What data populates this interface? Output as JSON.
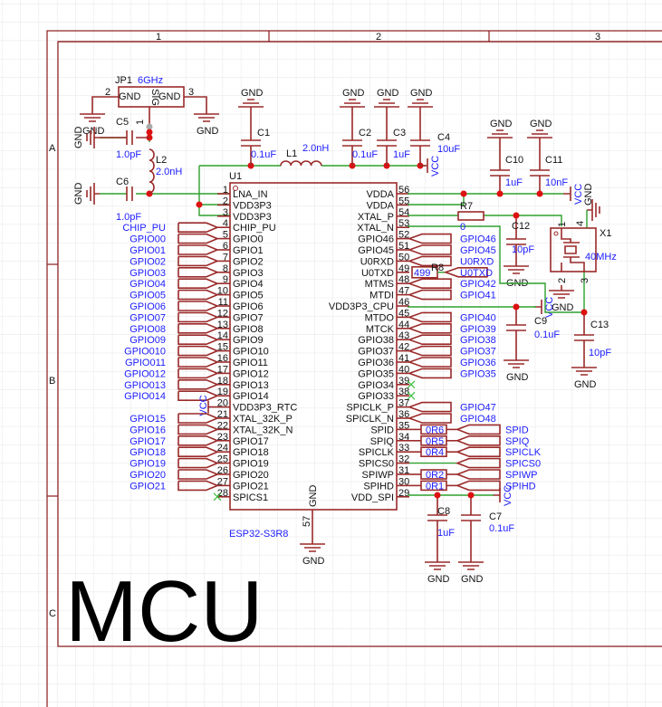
{
  "sheet": {
    "columns": [
      "1",
      "2",
      "3"
    ],
    "rows": [
      "A",
      "B",
      "C"
    ],
    "title": "MCU"
  },
  "colors": {
    "wire": "#2ea02e",
    "component": "#9b2a2a",
    "net_label": "#1c1cff",
    "junction": "#dd1111",
    "frame": "#8b1a1a"
  },
  "u1": {
    "ref": "U1",
    "part": "ESP32-S3R8",
    "left_pins": [
      {
        "num": "1",
        "name": "LNA_IN",
        "net": ""
      },
      {
        "num": "2",
        "name": "VDD3P3",
        "net": ""
      },
      {
        "num": "3",
        "name": "VDD3P3",
        "net": ""
      },
      {
        "num": "4",
        "name": "CHIP_PU",
        "net": "CHIP_PU"
      },
      {
        "num": "5",
        "name": "GPIO0",
        "net": "GPIO00"
      },
      {
        "num": "6",
        "name": "GPIO1",
        "net": "GPIO01"
      },
      {
        "num": "7",
        "name": "GPIO2",
        "net": "GPIO02"
      },
      {
        "num": "8",
        "name": "GPIO3",
        "net": "GPIO03"
      },
      {
        "num": "9",
        "name": "GPIO4",
        "net": "GPIO04"
      },
      {
        "num": "10",
        "name": "GPIO5",
        "net": "GPIO05"
      },
      {
        "num": "11",
        "name": "GPIO6",
        "net": "GPIO06"
      },
      {
        "num": "12",
        "name": "GPIO7",
        "net": "GPIO07"
      },
      {
        "num": "13",
        "name": "GPIO8",
        "net": "GPIO08"
      },
      {
        "num": "14",
        "name": "GPIO9",
        "net": "GPIO09"
      },
      {
        "num": "15",
        "name": "GPIO10",
        "net": "GPIO010"
      },
      {
        "num": "16",
        "name": "GPIO11",
        "net": "GPIO011"
      },
      {
        "num": "17",
        "name": "GPIO12",
        "net": "GPIO012"
      },
      {
        "num": "18",
        "name": "GPIO13",
        "net": "GPIO013"
      },
      {
        "num": "19",
        "name": "GPIO14",
        "net": "GPIO014"
      },
      {
        "num": "20",
        "name": "VDD3P3_RTC",
        "net": "",
        "power": "VCC"
      },
      {
        "num": "21",
        "name": "XTAL_32K_P",
        "net": "GPIO15"
      },
      {
        "num": "22",
        "name": "XTAL_32K_N",
        "net": "GPIO16"
      },
      {
        "num": "23",
        "name": "GPIO17",
        "net": "GPIO17"
      },
      {
        "num": "24",
        "name": "GPIO18",
        "net": "GPIO18"
      },
      {
        "num": "25",
        "name": "GPIO19",
        "net": "GPIO19"
      },
      {
        "num": "26",
        "name": "GPIO20",
        "net": "GPIO20"
      },
      {
        "num": "27",
        "name": "GPIO21",
        "net": "GPIO21"
      },
      {
        "num": "28",
        "name": "SPICS1",
        "net": "",
        "nc": true
      }
    ],
    "right_pins": [
      {
        "num": "56",
        "name": "VDDA",
        "net": ""
      },
      {
        "num": "55",
        "name": "VDDA",
        "net": ""
      },
      {
        "num": "54",
        "name": "XTAL_P",
        "net": ""
      },
      {
        "num": "53",
        "name": "XTAL_N",
        "net": ""
      },
      {
        "num": "52",
        "name": "GPIO46",
        "net": "GPIO46"
      },
      {
        "num": "51",
        "name": "GPIO45",
        "net": "GPIO45"
      },
      {
        "num": "50",
        "name": "U0RXD",
        "net": "U0RXD"
      },
      {
        "num": "49",
        "name": "U0TXD",
        "net": "U0TXD",
        "res": "R8",
        "res_value": "499"
      },
      {
        "num": "48",
        "name": "MTMS",
        "net": "GPIO42"
      },
      {
        "num": "47",
        "name": "MTDI",
        "net": "GPIO41"
      },
      {
        "num": "46",
        "name": "VDD3P3_CPU",
        "net": ""
      },
      {
        "num": "45",
        "name": "MTDO",
        "net": "GPIO40"
      },
      {
        "num": "44",
        "name": "MTCK",
        "net": "GPIO39"
      },
      {
        "num": "43",
        "name": "GPIO38",
        "net": "GPIO38"
      },
      {
        "num": "42",
        "name": "GPIO37",
        "net": "GPIO37"
      },
      {
        "num": "41",
        "name": "GPIO36",
        "net": "GPIO36"
      },
      {
        "num": "40",
        "name": "GPIO35",
        "net": "GPIO35"
      },
      {
        "num": "39",
        "name": "GPIO34",
        "net": "",
        "nc": true
      },
      {
        "num": "38",
        "name": "GPIO33",
        "net": "",
        "nc": true
      },
      {
        "num": "37",
        "name": "SPICLK_P",
        "net": "GPIO47"
      },
      {
        "num": "36",
        "name": "SPICLK_N",
        "net": "GPIO48"
      },
      {
        "num": "35",
        "name": "SPID",
        "net": "SPID",
        "res": "0R6"
      },
      {
        "num": "34",
        "name": "SPIQ",
        "net": "SPIQ",
        "res": "0R5"
      },
      {
        "num": "33",
        "name": "SPICLK",
        "net": "SPICLK",
        "res": "0R4"
      },
      {
        "num": "32",
        "name": "SPICS0",
        "net": "SPICS0",
        "spi_direct": true
      },
      {
        "num": "31",
        "name": "SPIWP",
        "net": "SPIWP",
        "res": "0R2"
      },
      {
        "num": "30",
        "name": "SPIHD",
        "net": "SPIHD",
        "res": "0R1"
      },
      {
        "num": "29",
        "name": "VDD_SPI",
        "net": ""
      }
    ],
    "gnd_pin": {
      "num": "57",
      "name": "GND"
    }
  },
  "components": {
    "jp1": {
      "ref": "JP1",
      "value": "6GHz",
      "pin_left": "2",
      "pin_right": "3",
      "pin_sig": "1",
      "left_label": "GND",
      "sig_label": "SIG",
      "right_label": "GND"
    },
    "c5": {
      "ref": "C5",
      "value": "1.0pF"
    },
    "c6": {
      "ref": "C6",
      "value": "1.0pF"
    },
    "l2": {
      "ref": "L2",
      "value": "2.0nH"
    },
    "l1": {
      "ref": "L1",
      "value": "2.0nH"
    },
    "c1": {
      "ref": "C1",
      "value": "0.1uF"
    },
    "c2": {
      "ref": "C2",
      "value": "0.1uF"
    },
    "c3": {
      "ref": "C3",
      "value": "1uF"
    },
    "c4": {
      "ref": "C4",
      "value": "10uF"
    },
    "c10": {
      "ref": "C10",
      "value": "1uF"
    },
    "c11": {
      "ref": "C11",
      "value": "10nF"
    },
    "r7": {
      "ref": "R7",
      "value": "0"
    },
    "c12": {
      "ref": "C12",
      "value": "10pF"
    },
    "x1": {
      "ref": "X1",
      "value": "40MHz",
      "pins": [
        "1",
        "2",
        "3",
        "4"
      ]
    },
    "c13": {
      "ref": "C13",
      "value": "10pF"
    },
    "c9": {
      "ref": "C9",
      "value": "0.1uF"
    },
    "c8": {
      "ref": "C8",
      "value": "1uF"
    },
    "c7": {
      "ref": "C7",
      "value": "0.1uF"
    }
  },
  "power": {
    "gnd": "GND",
    "vcc": "VCC"
  }
}
